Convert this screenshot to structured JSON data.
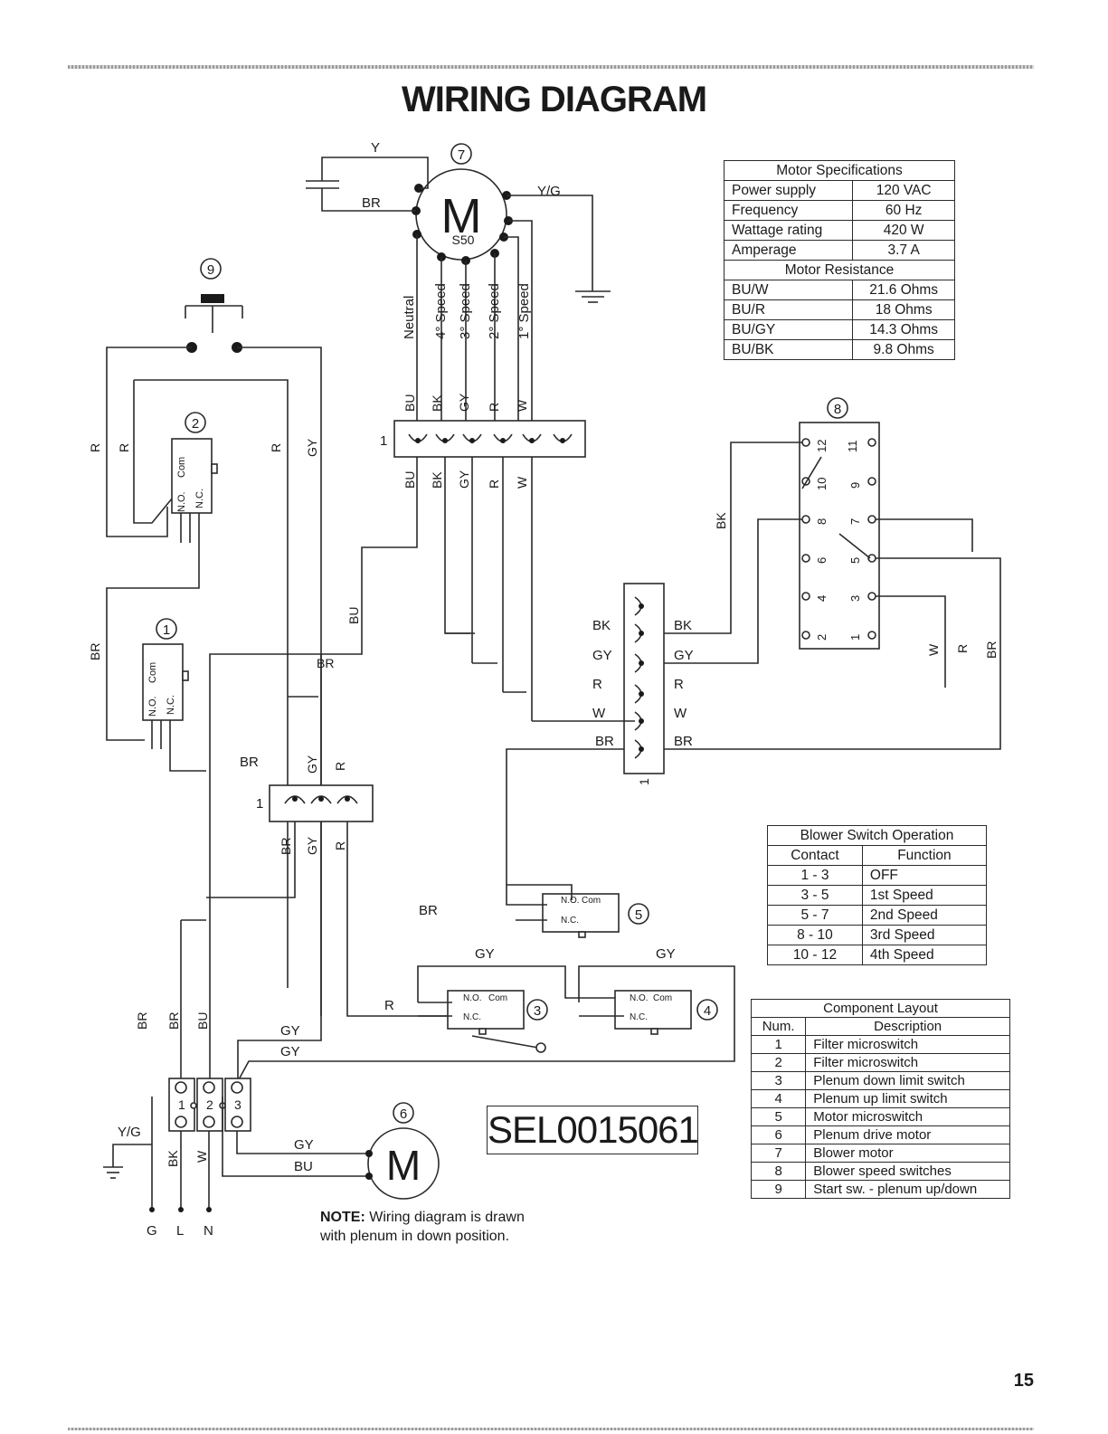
{
  "page": {
    "title": "WIRING DIAGRAM",
    "page_number": "15",
    "code": "SEL0015061",
    "note_label": "NOTE:",
    "note_line1": "Wiring diagram is drawn",
    "note_line2": "with plenum in down position."
  },
  "motor_specs": {
    "title": "Motor Specifications",
    "rows": [
      {
        "label": "Power supply",
        "value": "120 VAC"
      },
      {
        "label": "Frequency",
        "value": "60 Hz"
      },
      {
        "label": "Wattage rating",
        "value": "420 W"
      },
      {
        "label": "Amperage",
        "value": "3.7 A"
      }
    ],
    "resistance_title": "Motor Resistance",
    "resistance_rows": [
      {
        "label": "BU/W",
        "value": "21.6 Ohms"
      },
      {
        "label": "BU/R",
        "value": "18 Ohms"
      },
      {
        "label": "BU/GY",
        "value": "14.3 Ohms"
      },
      {
        "label": "BU/BK",
        "value": "9.8 Ohms"
      }
    ]
  },
  "blower_switch_operation": {
    "title": "Blower Switch Operation",
    "col_contact": "Contact",
    "col_function": "Function",
    "rows": [
      {
        "contact": "1 - 3",
        "function": "OFF"
      },
      {
        "contact": "3 - 5",
        "function": "1st Speed"
      },
      {
        "contact": "5 - 7",
        "function": "2nd Speed"
      },
      {
        "contact": "8 - 10",
        "function": "3rd Speed"
      },
      {
        "contact": "10 - 12",
        "function": "4th Speed"
      }
    ]
  },
  "component_layout": {
    "title": "Component Layout",
    "col_num": "Num.",
    "col_desc": "Description",
    "rows": [
      {
        "num": "1",
        "desc": "Filter microswitch"
      },
      {
        "num": "2",
        "desc": "Filter microswitch"
      },
      {
        "num": "3",
        "desc": "Plenum down limit switch"
      },
      {
        "num": "4",
        "desc": "Plenum up limit switch"
      },
      {
        "num": "5",
        "desc": "Motor microswitch"
      },
      {
        "num": "6",
        "desc": "Plenum drive motor"
      },
      {
        "num": "7",
        "desc": "Blower motor"
      },
      {
        "num": "8",
        "desc": "Blower speed switches"
      },
      {
        "num": "9",
        "desc": "Start sw. - plenum up/down"
      }
    ]
  },
  "diagram": {
    "blower_motor": {
      "letter": "M",
      "model": "S50",
      "number": "7"
    },
    "motor_leads": [
      "Neutral",
      "4° Speed",
      "3° Speed",
      "2° Speed",
      "1° Speed"
    ],
    "top_wires": {
      "cap": "Y",
      "br": "BR",
      "ground": "Y/G"
    },
    "terminal_top_labels": [
      "BU",
      "BK",
      "GY",
      "R",
      "W"
    ],
    "terminal_bottom_labels": [
      "BU",
      "BK",
      "GY",
      "R",
      "W"
    ],
    "terminal_pin": "1",
    "start_switch": "9",
    "filter_switch_2": {
      "number": "2",
      "com": "Com",
      "no": "N.O.",
      "nc": "N.C."
    },
    "filter_switch_1": {
      "number": "1",
      "com": "Com",
      "no": "N.O.",
      "nc": "N.C."
    },
    "left_wires": {
      "r1": "R",
      "r2": "R",
      "r3": "R",
      "gy": "GY",
      "br": "BR",
      "bu": "BU"
    },
    "speed_switch": {
      "number": "8",
      "pins": [
        "11",
        "12",
        "9",
        "10",
        "7",
        "8",
        "5",
        "6",
        "3",
        "4",
        "1",
        "2"
      ]
    },
    "connector_left": [
      "BK",
      "GY",
      "R",
      "W",
      "BR"
    ],
    "connector_right": [
      "BK",
      "GY",
      "R",
      "W",
      "BR"
    ],
    "connector_pin": "1",
    "right_side": {
      "bk": "BK",
      "w": "W",
      "r": "R",
      "br": "BR"
    },
    "middle_block": {
      "top": [
        "BR",
        "GY",
        "R"
      ],
      "bottom": [
        "BR",
        "GY",
        "R"
      ],
      "pin": "1"
    },
    "motor_switch_5": {
      "number": "5",
      "br": "BR",
      "no": "N.O.",
      "com": "Com",
      "nc": "N.C."
    },
    "limit_switch_3": {
      "number": "3",
      "wire": "R",
      "no": "N.O.",
      "com": "Com",
      "nc": "N.C."
    },
    "limit_switch_4": {
      "number": "4",
      "no": "N.O.",
      "com": "Com",
      "nc": "N.C."
    },
    "gy_labels": [
      "GY",
      "GY",
      "GY",
      "GY",
      "GY"
    ],
    "main_block": {
      "pins": [
        "1",
        "2",
        "3"
      ],
      "top_labels": [
        "BR",
        "BR",
        "BU"
      ],
      "bottom_labels": [
        "BK",
        "W"
      ]
    },
    "ground": "Y/G",
    "supply": [
      "G",
      "L",
      "N"
    ],
    "drive_motor": {
      "letter": "M",
      "number": "6",
      "gy": "GY",
      "bu": "BU"
    }
  }
}
